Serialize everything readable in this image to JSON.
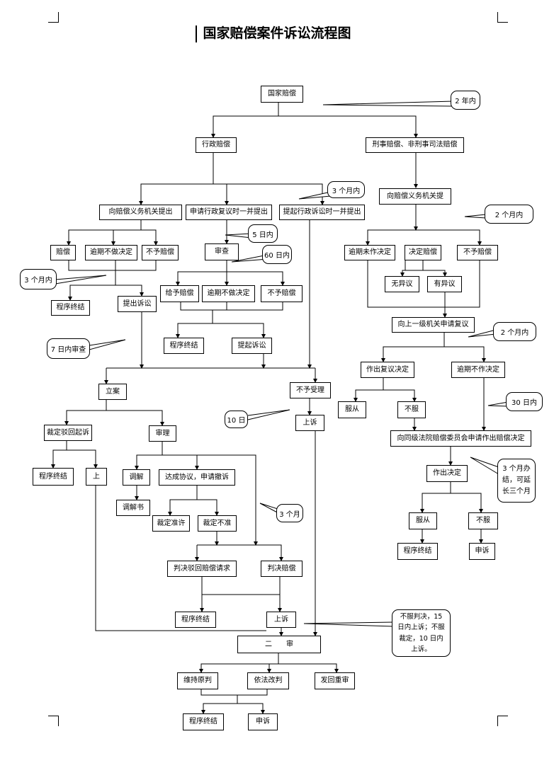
{
  "page": {
    "title": "国家赔偿案件诉讼流程图"
  },
  "nodes": {
    "n_gjpc": "国家赔偿",
    "n_xzpc": "行政赔偿",
    "n_xspc": "刑事赔偿、非刑事司法赔偿",
    "n_xpcyw": "向赔偿义务机关提出",
    "n_sqfy": "申请行政复议时一并提出",
    "n_tqxz": "提起行政诉讼时一并提出",
    "n_xpcyw2": "向赔偿义务机关提",
    "n_pc1": "赔偿",
    "n_yqbz1": "逾期不做决定",
    "n_byp1": "不予赔偿",
    "n_sc1": "审查",
    "n_yqwz": "逾期未作决定",
    "n_jdpc": "决定赔偿",
    "n_byp2": "不予赔偿",
    "n_cxzj1": "程序终结",
    "n_tcss": "提出诉讼",
    "n_jypc": "给予赔偿",
    "n_yqbz2": "逾期不做决定",
    "n_byp3": "不予赔偿",
    "n_wyy": "无异议",
    "n_yyy": "有异议",
    "n_xsyj": "向上一级机关申请复议",
    "n_cxzj2": "程序终结",
    "n_tqss": "提起诉讼",
    "n_zcfy": "作出复议决定",
    "n_yqbzjd": "逾期不作决定",
    "n_la": "立案",
    "n_bysl": "不予受理",
    "n_fc1": "服从",
    "n_bf1": "不服",
    "n_ss1": "上诉",
    "n_xtj": "向同级法院赔偿委员会申请作出赔偿决定",
    "n_cdbh": "裁定驳回起诉",
    "n_sl": "审理",
    "n_zcjd": "作出决定",
    "n_cxzj3": "程序终结",
    "n_shang": "上",
    "n_tj": "调解",
    "n_dcxy": "达成协议，申请撤诉",
    "n_fc2": "服从",
    "n_bf2": "不服",
    "n_tjs": "调解书",
    "n_cdzx": "裁定准许",
    "n_cdbz": "裁定不准",
    "n_cxzj4": "程序终结",
    "n_ss2": "申诉",
    "n_pjbh": "判决驳回赔偿请求",
    "n_pjpc": "判决赔偿",
    "n_cxzj5": "程序终结",
    "n_ss3": "上诉",
    "n_es": "二　　审",
    "n_wcyp": "维持原判",
    "n_yfgp": "依法改判",
    "n_fhcs": "发回重审",
    "n_cxzj6": "程序终结",
    "n_ss4": "申诉"
  },
  "callouts": {
    "c_2y": "2 年内",
    "c_3m1": "3 个月内",
    "c_5d": "5 日内",
    "c_60d": "60 日内",
    "c_2m1": "2 个月内",
    "c_3m2": "3 个月内",
    "c_2m2": "2 个月内",
    "c_7d": "7 日内审查",
    "c_30d": "30 日内",
    "c_10d": "10 日",
    "c_3mext": "3 个月办结，可延长三个月",
    "c_3m3": "3 个月",
    "c_buf": "不服判决，15 日内上诉；不服裁定，10 日内上诉。"
  }
}
